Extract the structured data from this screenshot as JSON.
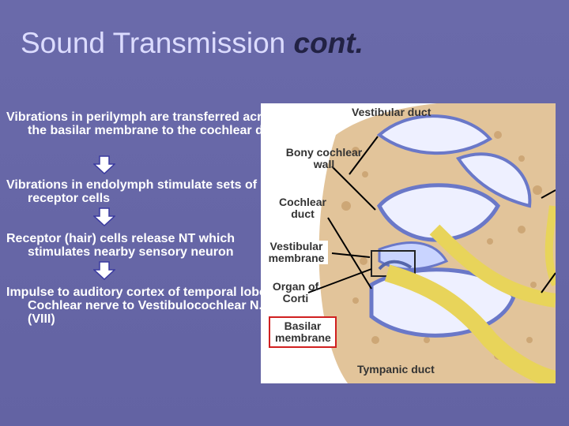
{
  "title": {
    "main": "Sound Transmission",
    "suffix": "cont."
  },
  "steps": [
    {
      "text": "Vibrations in perilymph are transferred across the basilar membrane to the cochlear duct"
    },
    {
      "text": "Vibrations in endolymph stimulate sets of receptor cells"
    },
    {
      "text": "Receptor (hair) cells release NT which stimulates nearby sensory neuron"
    },
    {
      "text": "Impulse to auditory cortex of temporal lobe via Cochlear nerve to Vestibulocochlear N. (VIII)"
    }
  ],
  "figure": {
    "labels": {
      "vestibular_duct": "Vestibular duct",
      "bony_cochlear_wall": "Bony cochlear wall",
      "cochlear_duct": "Cochlear duct",
      "vestibular_membrane": "Vestibular membrane",
      "organ_of_corti": "Organ of Corti",
      "basilar_membrane": "Basilar membrane",
      "tympanic_duct": "Tympanic duct"
    }
  },
  "colors": {
    "background": "#6666a6",
    "title": "#dcdcff",
    "arrow": "#3a3aa0",
    "highlight_box": "#d02020"
  }
}
